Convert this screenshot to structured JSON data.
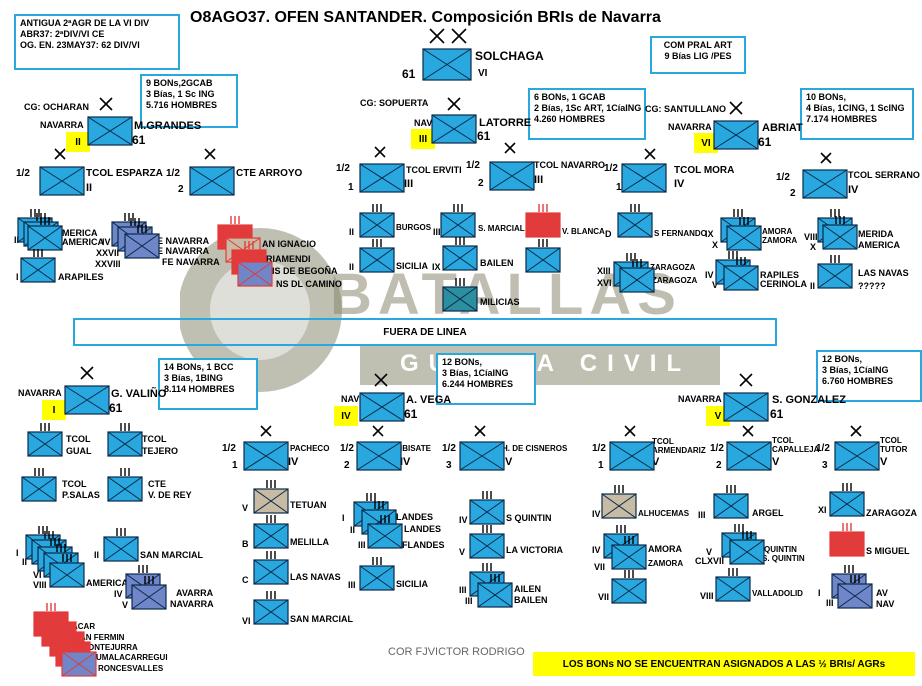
{
  "title": "O8AGO37. OFEN SANTANDER. Composición BRIs de Navarra",
  "header_box": {
    "line1": "ANTIGUA 2ªAGR DE LA VI DIV",
    "line2": "ABR37: 2ªDIV/VI CE",
    "line3": "OG. EN. 23MAY37: 62 DIV/VI"
  },
  "com_box": {
    "line1": "COM PRAL ART",
    "line2": "9 Bías LIG /PES"
  },
  "solchaga": {
    "name": "SOLCHAGA",
    "left": "61",
    "right": "VI"
  },
  "brigades": [
    {
      "cg": "CG: OCHARAN",
      "navarra": "NAVARRA",
      "num": "II",
      "name": "M.GRANDES",
      "div": "61",
      "info": [
        "9 BONs,2GCAB",
        "3 Bías, 1 Sc ING",
        "5.716 HOMBRES"
      ]
    },
    {
      "cg": "CG: SOPUERTA",
      "navarra": "NAV",
      "num": "III",
      "name": "LATORRE",
      "div": "61",
      "info": [
        "6 BONs, 1 GCAB",
        "2 Bías, 1Sc ART, 1CíaING",
        "4.260 HOMBRES"
      ]
    },
    {
      "cg": "CG: SANTULLANO",
      "navarra": "NAVARRA",
      "num": "VI",
      "name": "ABRIAT",
      "div": "61",
      "info": [
        "10 BONs,",
        "4 Bías, 1CING, 1 ScING",
        "7.174 HOMBRES"
      ]
    },
    {
      "cg": "",
      "navarra": "NAVARRA",
      "num": "I",
      "name": "G. VALIÑO",
      "div": "61",
      "info": [
        "14 BONs, 1 BCC",
        "3 Bías, 1BING",
        "8.114 HOMBRES"
      ]
    },
    {
      "cg": "",
      "navarra": "NAV",
      "num": "IV",
      "name": "A. VEGA",
      "div": "61",
      "info": [
        "12 BONs,",
        "3 Bías, 1CíaING",
        "6.244 HOMBRES"
      ]
    },
    {
      "cg": "",
      "navarra": "NAVARRA",
      "num": "V",
      "name": "S. GONZALEZ",
      "div": "61",
      "info": [
        "12 BONs,",
        "3 Bías, 1CíaING",
        "6.760 HOMBRES"
      ]
    }
  ],
  "regiments": {
    "esparza": {
      "half": "1/2",
      "n": "1",
      "name": "TCOL ESPARZA",
      "roman": "II"
    },
    "arroyo": {
      "half": "1/2",
      "n": "2",
      "name": "CTE ARROYO",
      "roman": ""
    },
    "erviti": {
      "half": "1/2",
      "n": "1",
      "name": "TCOL ERVITI",
      "roman": "III"
    },
    "navarro": {
      "half": "1/2",
      "n": "2",
      "name": "TCOL NAVARRO",
      "roman": "III"
    },
    "mora": {
      "half": "1/2",
      "n": "1",
      "name": "TCOL MORA",
      "roman": "IV"
    },
    "serrano": {
      "half": "1/2",
      "n": "2",
      "name": "TCOL SERRANO",
      "roman": "IV"
    },
    "pacheco": {
      "half": "1/2",
      "n": "1",
      "name": "PACHECO",
      "roman": "IV"
    },
    "ibisate": {
      "half": "1/2",
      "n": "2",
      "name": "IBISATE",
      "roman": "IV"
    },
    "cisneros": {
      "half": "1/2",
      "n": "3",
      "name": "H. DE CISNEROS",
      "roman": "IV"
    },
    "armendariz": {
      "half": "1/2",
      "n": "1",
      "name1": "TCOL",
      "name2": "ARMENDARIZ",
      "roman": "V"
    },
    "capalleja": {
      "half": "1/2",
      "n": "2",
      "name1": "TCOL",
      "name2": "CAPALLEJA",
      "roman": "V"
    },
    "tutor": {
      "half": "1/2",
      "n": "3",
      "name1": "TCOL",
      "name2": "TUTOR",
      "roman": "V"
    }
  },
  "battalions": {
    "esparza_group": {
      "romans": [
        "II",
        "IV",
        "XXVII",
        "XXVIII"
      ],
      "labels": [
        "MERICA",
        "AMERICA",
        "E NAVARRA",
        "E NAVARRA",
        "FE NAVARRA"
      ]
    },
    "arapiles": {
      "roman": "I",
      "label": "ARAPILES"
    },
    "ignacio_group": [
      "AN IGNACIO",
      "RIAMENDI",
      "IS DE BEGOÑA",
      "NS DL CAMINO"
    ],
    "burgos": {
      "roman": "II",
      "label": "BURGOS"
    },
    "sicilia1": {
      "roman": "II",
      "label": "SICILIA"
    },
    "smarcial1": {
      "roman": "III",
      "label": "S. MARCIAL"
    },
    "vblanca": {
      "label": "V. BLANCA"
    },
    "bailen1": {
      "roman": "IX",
      "label": "BAILEN"
    },
    "milicias": {
      "label": "MILICIAS"
    },
    "sfernando": {
      "roman": "D",
      "label": "S FERNANDO"
    },
    "zaragoza_group": {
      "romans": [
        "XIII",
        "XVI"
      ],
      "labels": [
        "ZARAGOZA",
        "ZARAGOZA"
      ]
    },
    "zamora_group": {
      "romans": [
        "IX",
        "X"
      ],
      "labels": [
        "AMORA",
        "ZAMORA"
      ]
    },
    "arapiles2": {
      "romans": [
        "IV",
        "V"
      ],
      "labels": [
        "RAPILES",
        "CERINOLA"
      ]
    },
    "merida": {
      "romans": [
        "VIII",
        "X"
      ],
      "labels": [
        "MERIDA",
        "AMERICA"
      ]
    },
    "lasnavas1": {
      "roman": "II",
      "label": "LAS NAVAS",
      "extra": "?????"
    },
    "tcol_gual": {
      "l1": "TCOL",
      "l2": "GUAL"
    },
    "tcol_tejero": {
      "l1": "TCOL",
      "l2": "TEJERO"
    },
    "tcol_psalas": {
      "l1": "TCOL",
      "l2": "P.SALAS"
    },
    "cte_vdrey": {
      "l1": "CTE",
      "l2": "V. DE REY"
    },
    "i_group": {
      "romans": [
        "I",
        "II",
        "VI",
        "VIII"
      ],
      "label": "AMERICA"
    },
    "smarcial2": {
      "roman": "II",
      "label": "SAN MARCIAL"
    },
    "avarra": {
      "romans": [
        "IV",
        "V"
      ],
      "labels": [
        "AVARRA",
        "NAVARRA"
      ]
    },
    "lacar_group": [
      "ACAR",
      "AN FERMIN",
      "ONTEJURRA",
      "UMALACARREGUI",
      "RONCESVALLES"
    ],
    "tetuan": {
      "roman": "V",
      "label": "TETUAN"
    },
    "melilla": {
      "roman": "B",
      "label": "MELILLA"
    },
    "lasnavas2": {
      "roman": "C",
      "label": "LAS NAVAS"
    },
    "smarcial3": {
      "roman": "VI",
      "label": "SAN MARCIAL"
    },
    "flandes": {
      "romans": [
        "I",
        "II",
        "III"
      ],
      "labels": [
        "LANDES",
        "LANDES",
        "FLANDES"
      ]
    },
    "sicilia2": {
      "roman": "III",
      "label": "SICILIA"
    },
    "squintin": {
      "roman": "IV",
      "label": "S QUINTIN"
    },
    "victoria": {
      "roman": "V",
      "label": "LA VICTORIA"
    },
    "bailen2": {
      "romans": [
        "III",
        "III"
      ],
      "labels": [
        "AILEN",
        "BAILEN"
      ]
    },
    "alhucemas": {
      "roman": "IV",
      "label": "ALHUCEMAS"
    },
    "zamora2": {
      "romans": [
        "IV",
        "VII"
      ],
      "labels": [
        "AMORA",
        "ZAMORA"
      ]
    },
    "vii": {
      "roman": "VII",
      "label": ""
    },
    "argel": {
      "roman": "III",
      "label": "ARGEL"
    },
    "quintin2": {
      "romans": [
        "V",
        "CLXVII"
      ],
      "labels": [
        "QUINTIN",
        "S. QUINTIN"
      ]
    },
    "valladolid": {
      "roman": "VIII",
      "label": "VALLADOLID"
    },
    "zaragoza2": {
      "roman": "XI",
      "label": "ZARAGOZA"
    },
    "smiguel": {
      "label": "S MIGUEL"
    },
    "nav": {
      "romans": [
        "I",
        "III"
      ],
      "labels": [
        "AV",
        "NAV"
      ]
    }
  },
  "fuera": "FUERA DE LINEA",
  "credit": "COR FJVICTOR RODRIGO",
  "footer": "LOS BONs NO SE ENCUENTRAN ASIGNADOS A LAS ½ BRIs/ AGRs",
  "watermark": {
    "line1": "BATALLAS",
    "line2": "GUERRA CIVIL"
  },
  "colors": {
    "unit_fill": "#29a8e0",
    "border": "#29a8e0",
    "highlight": "#ffff00",
    "carlist": "#6f86c8",
    "red": "#e23b3b",
    "tan": "#c7bca3",
    "teal": "#2b8fa0"
  }
}
